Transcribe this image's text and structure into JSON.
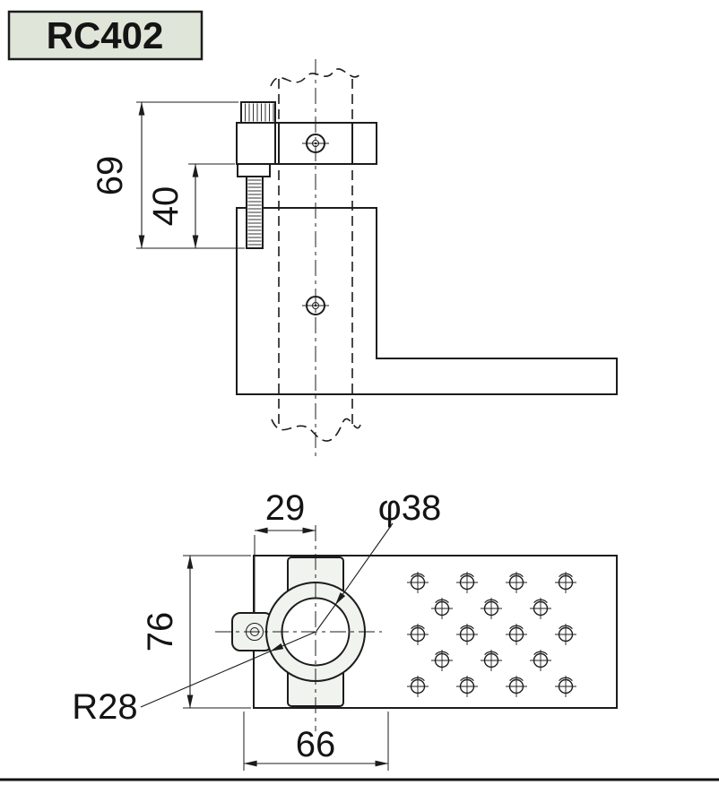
{
  "part_label": "RC402",
  "colors": {
    "label_bg": "#dfe5d8",
    "line": "#1c1c1c",
    "clamp_fill": "#f1f3ee"
  },
  "side_view": {
    "dim_overall": "69",
    "dim_stud": "40"
  },
  "plan_view": {
    "dim_offset": "29",
    "dim_bore": "φ38",
    "dim_plate_height": "76",
    "dim_radius": "R28",
    "dim_width": "66"
  }
}
